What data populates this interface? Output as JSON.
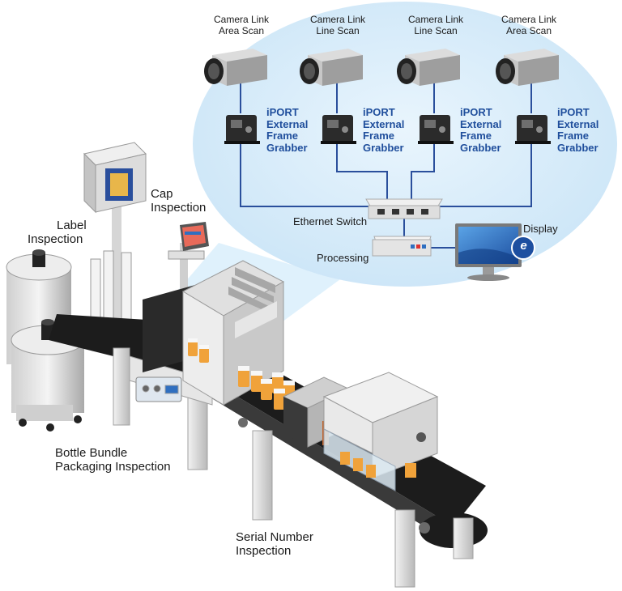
{
  "cameras": [
    {
      "line1": "Camera Link",
      "line2": "Area Scan"
    },
    {
      "line1": "Camera Link",
      "line2": "Line Scan"
    },
    {
      "line1": "Camera Link",
      "line2": "Line Scan"
    },
    {
      "line1": "Camera Link",
      "line2": "Area Scan"
    }
  ],
  "frame_grabbers": [
    {
      "l1": "iPORT",
      "l2": "External",
      "l3": "Frame",
      "l4": "Grabber"
    },
    {
      "l1": "iPORT",
      "l2": "External",
      "l3": "Frame",
      "l4": "Grabber"
    },
    {
      "l1": "iPORT",
      "l2": "External",
      "l3": "Frame",
      "l4": "Grabber"
    },
    {
      "l1": "iPORT",
      "l2": "External",
      "l3": "Frame",
      "l4": "Grabber"
    }
  ],
  "network": {
    "switch": "Ethernet Switch",
    "processing": "Processing",
    "display": "Display",
    "display_logo": "e"
  },
  "stations": {
    "label_inspection": [
      "Label",
      "Inspection"
    ],
    "cap_inspection": [
      "Cap",
      "Inspection"
    ],
    "bundle_inspection": [
      "Bottle Bundle",
      "Packaging Inspection"
    ],
    "serial_inspection": [
      "Serial Number",
      "Inspection"
    ]
  },
  "colors": {
    "bubble": "#d6ecfa",
    "link_line": "#2a4f9c",
    "label_blue": "#1f4e9c",
    "belt": "#1c1c1c",
    "machine_light": "#e9e9e9",
    "machine_mid": "#bdbdbd"
  }
}
